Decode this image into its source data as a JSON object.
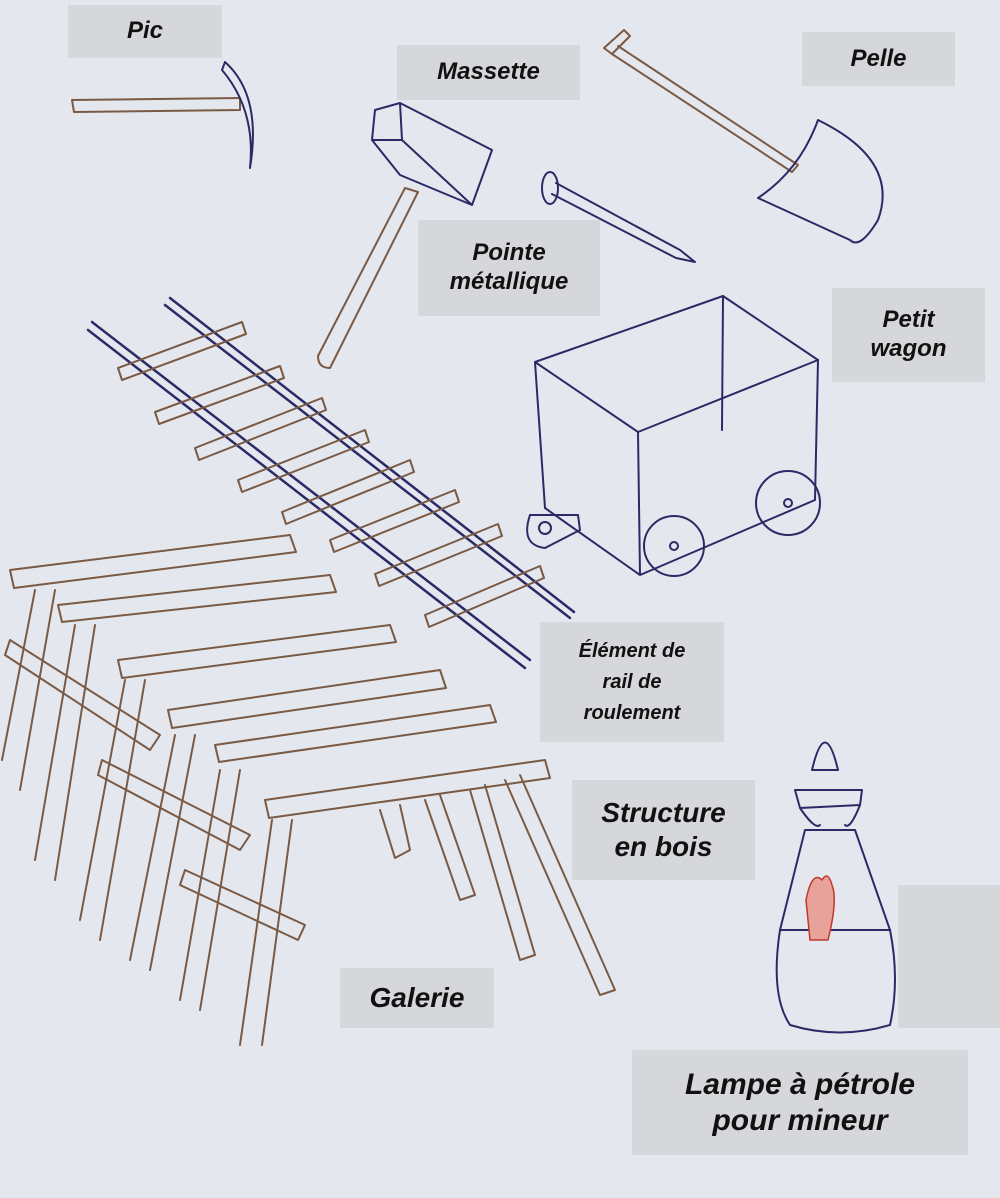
{
  "labels": {
    "pic": "Pic",
    "massette": "Massette",
    "pelle": "Pelle",
    "pointe": [
      "Pointe",
      "métallique"
    ],
    "wagon": [
      "Petit",
      "wagon"
    ],
    "rail": [
      "Élément de",
      "rail de",
      "roulement"
    ],
    "structure": [
      "Structure",
      "en bois"
    ],
    "galerie": "Galerie",
    "lampe": [
      "Lampe à pétrole",
      "pour mineur"
    ]
  },
  "colors": {
    "wood": "#7a5a45",
    "metal": "#2c2a66",
    "background": "#e4e8ee",
    "label_bg": "#d6d7da"
  }
}
